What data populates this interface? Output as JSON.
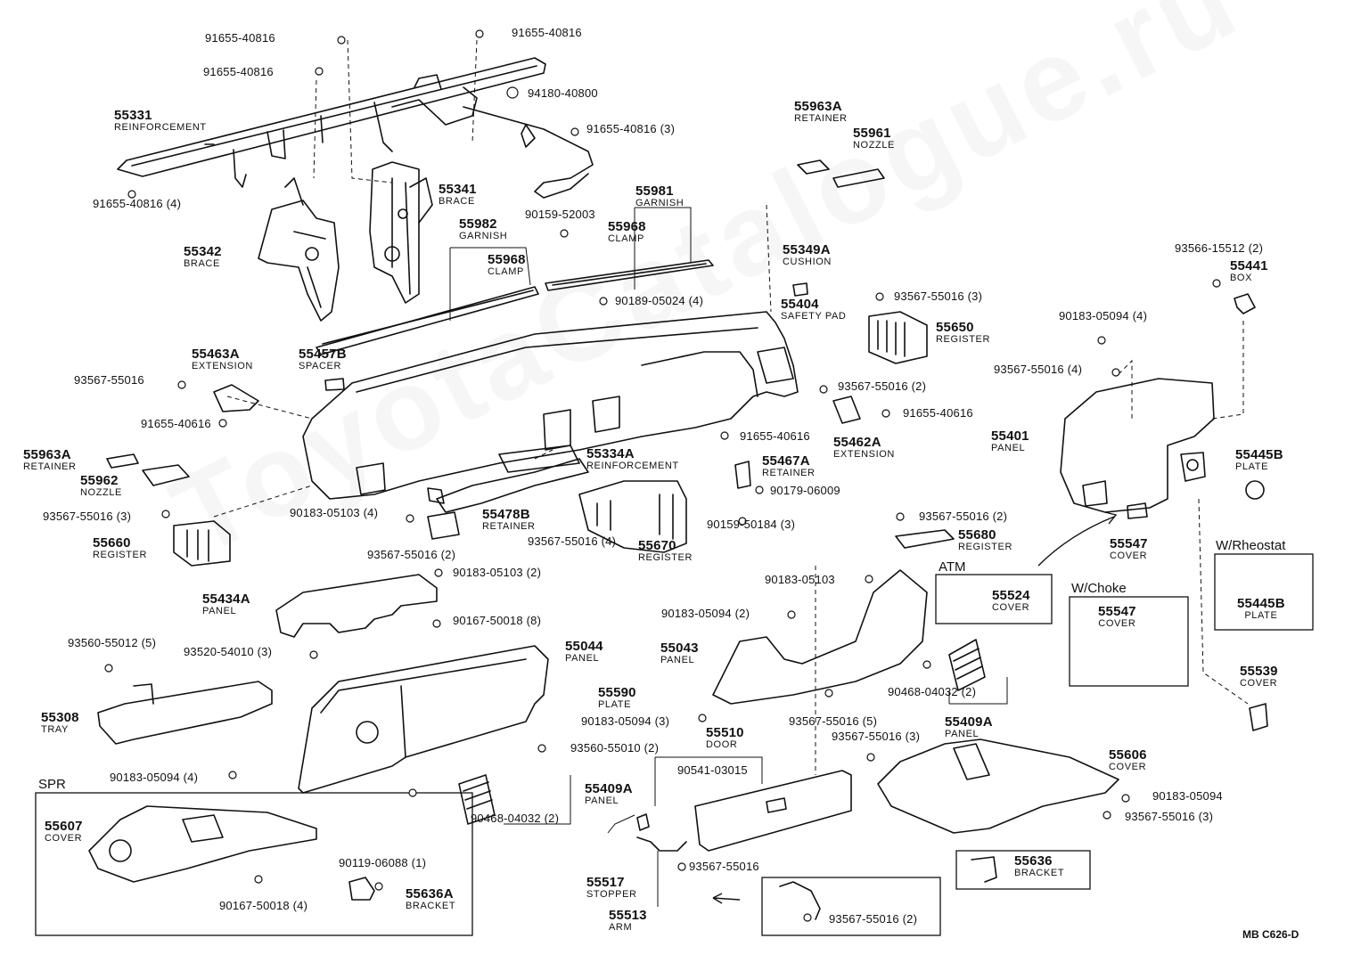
{
  "parts": {
    "p55331": {
      "num": "55331",
      "name": "REINFORCEMENT"
    },
    "p55341": {
      "num": "55341",
      "name": "BRACE"
    },
    "p55342": {
      "num": "55342",
      "name": "BRACE"
    },
    "p55963A_top": {
      "num": "55963A",
      "name": "RETAINER"
    },
    "p55961": {
      "num": "55961",
      "name": "NOZZLE"
    },
    "p55981": {
      "num": "55981",
      "name": "GARNISH"
    },
    "p55982": {
      "num": "55982",
      "name": "GARNISH"
    },
    "p55968_a": {
      "num": "55968",
      "name": "CLAMP"
    },
    "p55968_b": {
      "num": "55968",
      "name": "CLAMP"
    },
    "p55349A": {
      "num": "55349A",
      "name": "CUSHION"
    },
    "p55404": {
      "num": "55404",
      "name": "SAFETY PAD"
    },
    "p55650": {
      "num": "55650",
      "name": "REGISTER"
    },
    "p55441": {
      "num": "55441",
      "name": "BOX"
    },
    "p55463A": {
      "num": "55463A",
      "name": "EXTENSION"
    },
    "p55457B": {
      "num": "55457B",
      "name": "SPACER"
    },
    "p55963A_left": {
      "num": "55963A",
      "name": "RETAINER"
    },
    "p55962": {
      "num": "55962",
      "name": "NOZZLE"
    },
    "p55334A": {
      "num": "55334A",
      "name": "REINFORCEMENT"
    },
    "p55467A": {
      "num": "55467A",
      "name": "RETAINER"
    },
    "p55462A": {
      "num": "55462A",
      "name": "EXTENSION"
    },
    "p55401": {
      "num": "55401",
      "name": "PANEL"
    },
    "p55445B": {
      "num": "55445B",
      "name": "PLATE"
    },
    "p55445B_rh": {
      "num": "55445B",
      "name": "PLATE"
    },
    "p55660": {
      "num": "55660",
      "name": "REGISTER"
    },
    "p55478B": {
      "num": "55478B",
      "name": "RETAINER"
    },
    "p55670": {
      "num": "55670",
      "name": "REGISTER"
    },
    "p55680": {
      "num": "55680",
      "name": "REGISTER"
    },
    "p55547": {
      "num": "55547",
      "name": "COVER"
    },
    "p55524": {
      "num": "55524",
      "name": "COVER"
    },
    "p55547_choke": {
      "num": "55547",
      "name": "COVER"
    },
    "p55434A": {
      "num": "55434A",
      "name": "PANEL"
    },
    "p55044": {
      "num": "55044",
      "name": "PANEL"
    },
    "p55043": {
      "num": "55043",
      "name": "PANEL"
    },
    "p55308": {
      "num": "55308",
      "name": "TRAY"
    },
    "p55590": {
      "num": "55590",
      "name": "PLATE"
    },
    "p55539": {
      "num": "55539",
      "name": "COVER"
    },
    "p55510": {
      "num": "55510",
      "name": "DOOR"
    },
    "p55409A_r": {
      "num": "55409A",
      "name": "PANEL"
    },
    "p55409A_l": {
      "num": "55409A",
      "name": "PANEL"
    },
    "p55606": {
      "num": "55606",
      "name": "COVER"
    },
    "p55607": {
      "num": "55607",
      "name": "COVER"
    },
    "p55636A": {
      "num": "55636A",
      "name": "BRACKET"
    },
    "p55636": {
      "num": "55636",
      "name": "BRACKET"
    },
    "p55517": {
      "num": "55517",
      "name": "STOPPER"
    },
    "p55513": {
      "num": "55513",
      "name": "ARM"
    }
  },
  "fasteners": {
    "f1": "91655-40816",
    "f2": "91655-40816",
    "f3": "91655-40816",
    "f4": "94180-40800",
    "f5": "91655-40816 (3)",
    "f6": "91655-40816 (4)",
    "f7": "90159-52003",
    "f8": "90189-05024 (4)",
    "f9": "93567-55016 (3)",
    "f10": "93566-15512 (2)",
    "f11": "90183-05094 (4)",
    "f12": "93567-55016 (4)",
    "f13": "93567-55016",
    "f14": "91655-40616",
    "f15": "93567-55016 (2)",
    "f16": "91655-40616",
    "f17": "91655-40616",
    "f18": "93567-55016 (3)",
    "f19": "90179-06009",
    "f20": "90183-05103 (4)",
    "f21": "90159-50184 (3)",
    "f22": "93567-55016 (2)",
    "f23": "93567-55016 (4)",
    "f24": "93567-55016 (2)",
    "f25": "90183-05103 (2)",
    "f26": "90183-05103",
    "f27": "90167-50018 (8)",
    "f28": "90183-05094 (2)",
    "f29": "93560-55012 (5)",
    "f30": "93520-54010 (3)",
    "f31": "90183-05094 (3)",
    "f32": "93560-55010 (2)",
    "f33": "90468-04032 (2)",
    "f34": "93567-55016 (5)",
    "f35": "93567-55016 (3)",
    "f36": "90541-03015",
    "f37": "90183-05094 (4)",
    "f38": "90183-05094",
    "f39": "93567-55016 (3)",
    "f40": "90468-04032 (2)",
    "f41": "90119-06088 (1)",
    "f42": "90167-50018 (4)",
    "f43": "93567-55016",
    "f44": "93567-55016 (2)"
  },
  "boxes": {
    "spr": "SPR",
    "atm": "ATM",
    "choke": "W/Choke",
    "rheostat": "W/Rheostat"
  },
  "drawing_code": "MB  C626-D",
  "watermark": "ToyotaCatalogue.ru"
}
